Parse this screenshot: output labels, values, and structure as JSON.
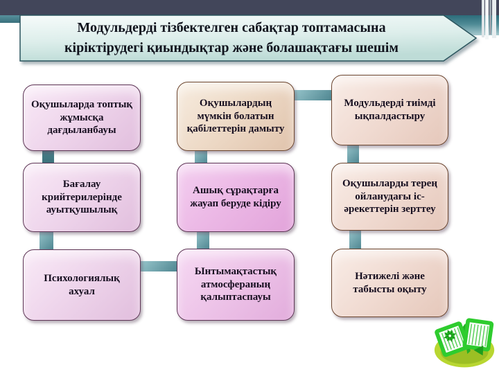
{
  "slide_title": {
    "text": "Модульдерді тізбектелген сабақтар топтамасына кіріктірудегі қиындықтар және болашақтағы шешім"
  },
  "grid": {
    "boxes": [
      {
        "label": "Оқушыларда топтық жұмысқа дағдыланбауы"
      },
      {
        "label": "Бағалау крийтерилерінде ауытқушылық"
      },
      {
        "label": "Психологиялық ахуал"
      },
      {
        "label": "Оқушылардың мүмкін болатын қабілеттерін дамыту"
      },
      {
        "label": "Ашық сұрақтарға жауап беруде кідіру"
      },
      {
        "label": "Ынтымақтастық атмосфераның қалыптаспауы"
      },
      {
        "label": "Модульдерді тиімді ықпалдастыру"
      },
      {
        "label": "Оқушыларды терең ойланудағы іс- әрекеттерін зерттеу"
      },
      {
        "label": "Нәтижелі және табысты оқыту"
      }
    ]
  },
  "footer_icon": {
    "name": "open-book-icon"
  },
  "palette": {
    "top_bar": "#42465a",
    "accent_teal": "#4a828d",
    "banner_light": "#f6fbfa",
    "banner_dark": "#bedcd7",
    "pink_box": "#efd6ec",
    "bright_pink_box": "#ecb9e6",
    "beige_box": "#eedbc8",
    "blush_box": "#f1dcd3",
    "box_text": "#170f20",
    "book_green": "#2ecc2e",
    "book_base": "#b8d631"
  }
}
